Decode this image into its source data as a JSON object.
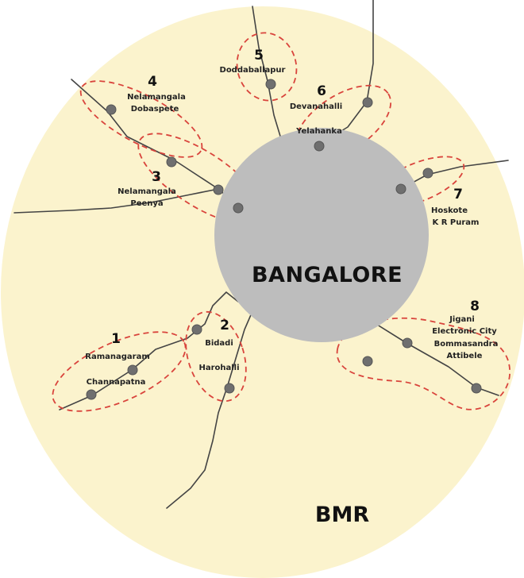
{
  "diagram": {
    "center_label": "BANGALORE",
    "region_label": "BMR",
    "colors": {
      "region_fill": "#fbf3cd",
      "core_fill": "#bdbdbd",
      "zone_outline": "#d9443c",
      "road": "#444444",
      "node": "#6f6f6f"
    },
    "zones": [
      {
        "number": "1",
        "lines": [
          "Ramanagaram",
          "Channapatna"
        ]
      },
      {
        "number": "2",
        "lines": [
          "Bidadi",
          "Harohalli"
        ]
      },
      {
        "number": "3",
        "lines": [
          "Nelamangala",
          "Peenya"
        ]
      },
      {
        "number": "4",
        "lines": [
          "Nelamangala",
          "Dobaspete"
        ]
      },
      {
        "number": "5",
        "lines": [
          "Doddaballapur"
        ]
      },
      {
        "number": "6",
        "lines": [
          "Devanahalli",
          "Yelahanka"
        ]
      },
      {
        "number": "7",
        "lines": [
          "Hoskote",
          "K R Puram"
        ]
      },
      {
        "number": "8",
        "lines": [
          "Jigani",
          "Electronic City",
          "Bommasandra",
          "Attibele"
        ]
      }
    ]
  }
}
